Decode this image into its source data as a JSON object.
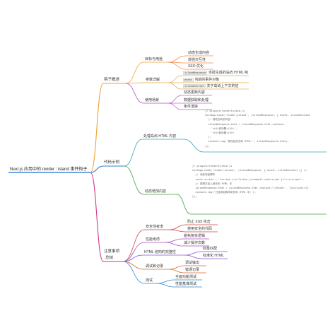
{
  "root": "Nuxt.js 应用中的 render : island 事件钩子",
  "sections": {
    "overview": {
      "label": "钩子概述",
      "goal": {
        "label": "目标与用途",
        "items": [
          "动态生成内容",
          "增强交互性",
          "SEO 优化"
        ]
      },
      "params": {
        "label": "参数详解",
        "items": [
          {
            "code": "islandResponse",
            "text": "当前生成的岛屿 HTML 响"
          },
          {
            "code": "event",
            "text": "当前的事件对象"
          },
          {
            "code": "islandContext",
            "text": "关于岛屿上下文的信"
          }
        ]
      },
      "scenes": {
        "label": "使用场景",
        "items": [
          "动态更新内容",
          "数据获取和处理",
          "条件渲染"
        ]
      }
    },
    "examples": {
      "label": "代码示例",
      "handle": {
        "label": "处理岛屿 HTML 内容",
        "code": [
          "// plugins/renderIsland.js",
          "nuxtApp.hook('render:island', (islandResponse, { event, islandContext",
          "  // 修改岛屿的内容",
          "  islandResponse.html = islandResponse.html.replace(",
          "    '<h1>旧标题</h1>',",
          "    '<h1>新标题</h1>'",
          "  );",
          "",
          "  console.log('修改后的岛屿 HTML:', islandResponse.html);",
          "});"
        ]
      },
      "dynamic": {
        "label": "动态增加内容",
        "code": [
          "// plugins/renderIsland.js",
          "nuxtApp.hook('render:island', (islandResponse, { event, islandContext }) =>",
          "  // 动态添加脚本",
          "  const script = '<script src=\"https://example.com/script.js\"></script>';",
          "",
          "  // 将脚本加入到岛屿 HTML 中",
          "  islandResponse.html = islandResponse.html.replace('</head>', `${script}</h",
          "",
          "  console.log('已经添加脚本到岛屿 HTML 中:');",
          "});"
        ]
      }
    },
    "notes": {
      "label": "注意事项",
      "label2": "总结",
      "security": {
        "label": "安全性考虑",
        "items": [
          "防止 XSS 攻击",
          "使用安全的代码"
        ]
      },
      "perf": {
        "label": "性能考虑",
        "items": [
          "避免复杂逻辑",
          "减少操作次数"
        ]
      },
      "integrity": {
        "label": "HTML 结构的完整性",
        "items": [
          "标签匹配",
          "标准化 HTML"
        ]
      },
      "debug": {
        "label": "调试和记录",
        "items": [
          "调试输出",
          "错误记录"
        ]
      },
      "test": {
        "label": "测试",
        "items": [
          "全面功能测试",
          "性能基准测试"
        ]
      }
    }
  },
  "colors": {
    "root": "#1a6ed8",
    "overview": "#f0a030",
    "examples": "#2f7fd0",
    "notes": "#d0358a",
    "goal": "#f0a030",
    "params": "#f0a030",
    "scenes": "#b04ac8",
    "handle": "#3aa0b8",
    "dynamic": "#4aa044",
    "security": "#cc4444",
    "perf": "#b04ac8",
    "integrity": "#8855cc",
    "debug": "#d36a30",
    "test": "#3388cc"
  }
}
